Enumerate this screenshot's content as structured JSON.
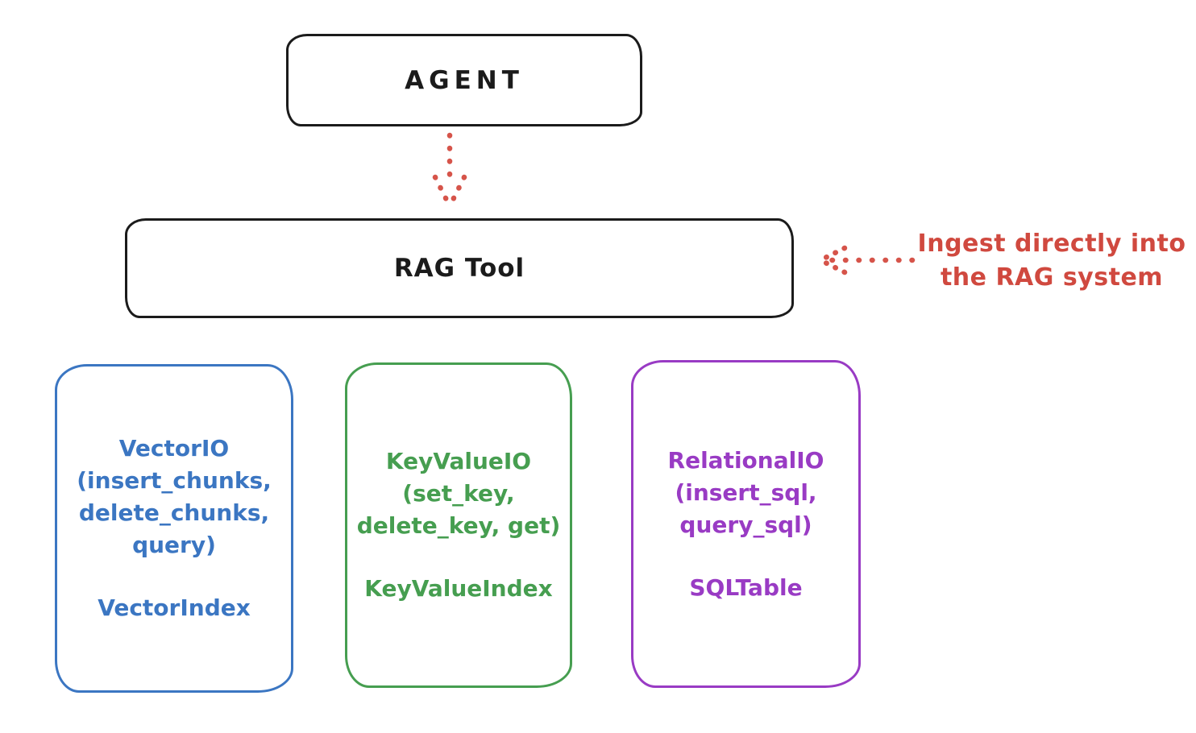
{
  "agent": {
    "label": "AGENT"
  },
  "rag_tool": {
    "label": "RAG Tool"
  },
  "annotation": {
    "line1": "Ingest directly into",
    "line2": "the RAG system"
  },
  "stores": [
    {
      "name": "vector-io",
      "lines": [
        "VectorIO",
        "(insert_chunks,",
        "delete_chunks,",
        "query)"
      ],
      "index": "VectorIndex",
      "color": "#3b76c2"
    },
    {
      "name": "key-value-io",
      "lines": [
        "KeyValueIO",
        "(set_key,",
        "delete_key, get)"
      ],
      "index": "KeyValueIndex",
      "color": "#469e50"
    },
    {
      "name": "relational-io",
      "lines": [
        "RelationalIO",
        "(insert_sql,",
        "query_sql)"
      ],
      "index": "SQLTable",
      "color": "#993bc4"
    }
  ],
  "colors": {
    "box_outline": "#1b1b1b",
    "arrow_red": "#d6544a",
    "annotation_red": "#d0493f",
    "vector_blue": "#3b76c2",
    "keyvalue_green": "#469e50",
    "relational_purple": "#993bc4",
    "background": "#ffffff"
  }
}
